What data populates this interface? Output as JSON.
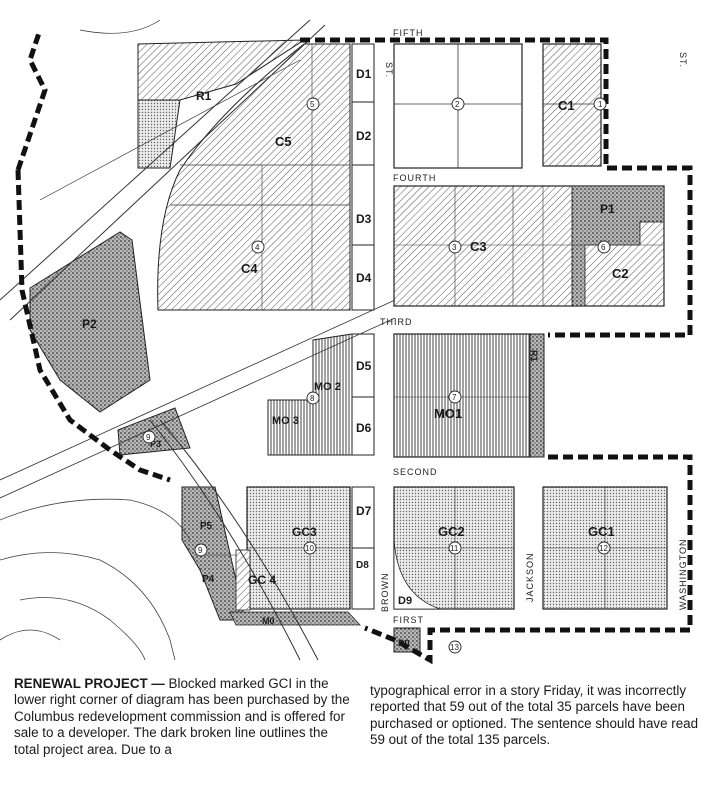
{
  "streets": {
    "fifth": "FIFTH",
    "fourth": "FOURTH",
    "third": "THIRD",
    "second": "SECOND",
    "first": "FIRST",
    "st_a": "ST.",
    "st_b": "ST.",
    "brown": "BROWN",
    "jackson": "JACKSON",
    "washington": "WASHINGTON"
  },
  "parcels": {
    "r1": "R1",
    "c5": "C5",
    "c4": "C4",
    "d1": "D1",
    "d2": "D2",
    "d3": "D3",
    "d4": "D4",
    "c1": "C1",
    "c3": "C3",
    "p1": "P1",
    "c2": "C2",
    "p2": "P2",
    "d5": "D5",
    "d6": "D6",
    "mo2": "MO 2",
    "mo3": "MO 3",
    "mo1": "MO1",
    "r_east": "R1",
    "p3": "P3",
    "gc3": "GC3",
    "gc4": "GC 4",
    "gc2": "GC2",
    "gc1": "GC1",
    "d7": "D7",
    "d8": "D8",
    "d9": "D9",
    "d0": "D0",
    "p5": "P5",
    "p4": "P4",
    "m0": "M0"
  },
  "circle_numbers": {
    "n5": "5",
    "n2": "2",
    "n1": "1",
    "n4": "4",
    "n3": "3",
    "n6": "6",
    "n7": "7",
    "n8": "8",
    "n9": "9",
    "n9b": "9",
    "n10": "10",
    "n11": "11",
    "n12": "12",
    "n13": "13"
  },
  "colors": {
    "ink": "#1a1a1a",
    "paper": "#ffffff",
    "shade_light": "#d6d6d6",
    "shade_dark": "#8a8a8a"
  },
  "caption": {
    "heading": "RENEWAL PROJECT —",
    "left_text": "Blocked marked GCI in the lower right corner of diagram has been purchased by the Columbus redevelopment commission and is offered for sale to a developer. The dark broken line outlines the total project area. Due to a",
    "right_text": "typographical error in a story Friday, it was incorrectly reported that 59 out of the total 35 parcels have been purchased or optioned. The sentence should have read 59 out of the total 135 parcels."
  }
}
